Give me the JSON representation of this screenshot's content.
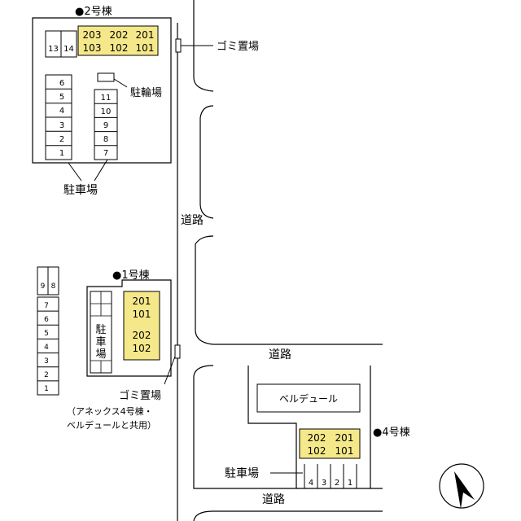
{
  "colors": {
    "unit_fill": "#f5e88a",
    "line": "#000000",
    "background": "#ffffff"
  },
  "labels": {
    "building2": "●2号棟",
    "building1": "●1号棟",
    "building4": "●4号棟",
    "garbage": "ゴミ置場",
    "garbage_1": "ゴミ置場",
    "shared_note_line1": "（アネックス4号棟・",
    "shared_note_line2": "ベルデュールと共用）",
    "bicycle": "駐輪場",
    "parking": "駐車場",
    "parking_4": "駐車場",
    "parking_v1": "駐",
    "parking_v2": "車",
    "parking_v3": "場",
    "road_1": "道路",
    "road_2": "道路",
    "road_3": "道路",
    "belle": "ベルデュール"
  },
  "building2_units": {
    "row1": [
      "203",
      "202",
      "201"
    ],
    "row2": [
      "103",
      "102",
      "101"
    ]
  },
  "building1_units": [
    "201",
    "101",
    "202",
    "102"
  ],
  "building4_units": {
    "row1": [
      "202",
      "201"
    ],
    "row2": [
      "102",
      "101"
    ]
  },
  "parking2_top": [
    "13",
    "14"
  ],
  "parking2_left": [
    "6",
    "5",
    "4",
    "3",
    "2",
    "1"
  ],
  "parking2_right": [
    "11",
    "10",
    "9",
    "8",
    "7"
  ],
  "parking_left_top": [
    "9",
    "8"
  ],
  "parking_left": [
    "7",
    "6",
    "5",
    "4",
    "3",
    "2",
    "1"
  ],
  "parking4": [
    "4",
    "3",
    "2",
    "1"
  ],
  "north_arrow": "north-arrow-icon"
}
